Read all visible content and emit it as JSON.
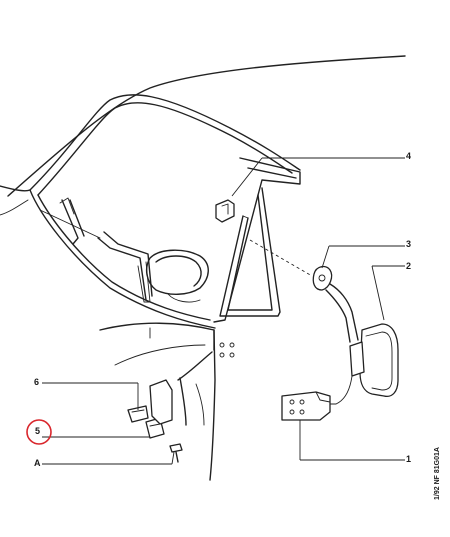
{
  "diagram": {
    "callouts": [
      {
        "id": "1",
        "label": "1"
      },
      {
        "id": "2",
        "label": "2"
      },
      {
        "id": "3",
        "label": "3"
      },
      {
        "id": "4",
        "label": "4"
      },
      {
        "id": "5",
        "label": "5"
      },
      {
        "id": "6",
        "label": "6"
      },
      {
        "id": "A",
        "label": "A"
      }
    ],
    "highlighted_callout": "5",
    "highlight_color": "#d9262c",
    "side_reference": "1/92 NF 81G01A",
    "ink_color": "#222222"
  }
}
